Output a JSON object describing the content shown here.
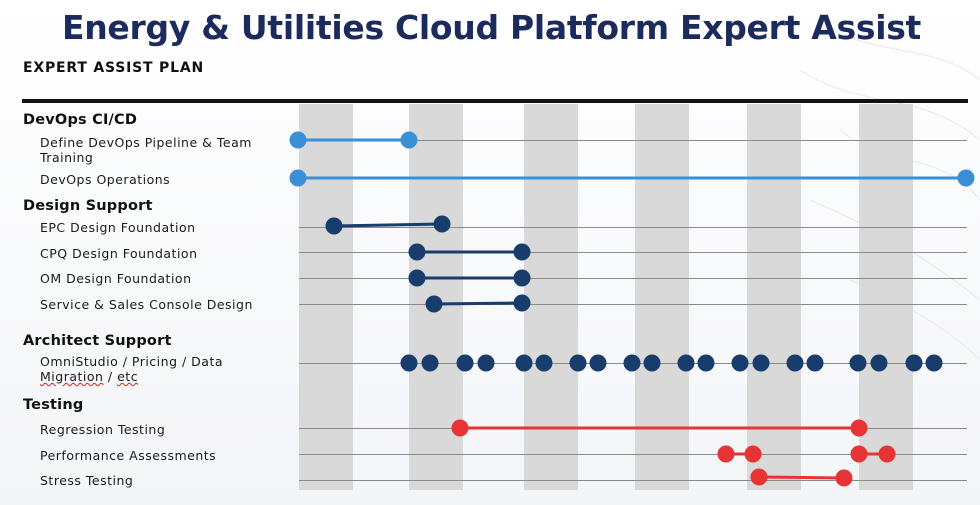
{
  "title": "Energy & Utilities Cloud Platform Expert Assist",
  "subtitle": "EXPERT ASSIST PLAN",
  "colors": {
    "devops": "#3a8fd6",
    "design": "#183c6b",
    "architect": "#183c6b",
    "testing": "#e63434"
  },
  "categories": [
    {
      "label": "DevOps CI/CD"
    },
    {
      "label": "Design Support"
    },
    {
      "label": "Architect Support"
    },
    {
      "label": "Testing"
    }
  ],
  "tasks": [
    {
      "line1": "Define DevOps Pipeline & Team",
      "line2": "Training"
    },
    {
      "line1": "DevOps Operations"
    },
    {
      "line1": "EPC Design Foundation"
    },
    {
      "line1": "CPQ Design Foundation"
    },
    {
      "line1": "OM Design Foundation"
    },
    {
      "line1": "Service & Sales Console Design"
    },
    {
      "line1": "OmniStudio / Pricing / Data",
      "line2a": "Migration",
      "line2b": " / ",
      "line2c": "etc"
    },
    {
      "line1": "Regression Testing"
    },
    {
      "line1": "Performance Assessments"
    },
    {
      "line1": "Stress Testing"
    }
  ]
}
